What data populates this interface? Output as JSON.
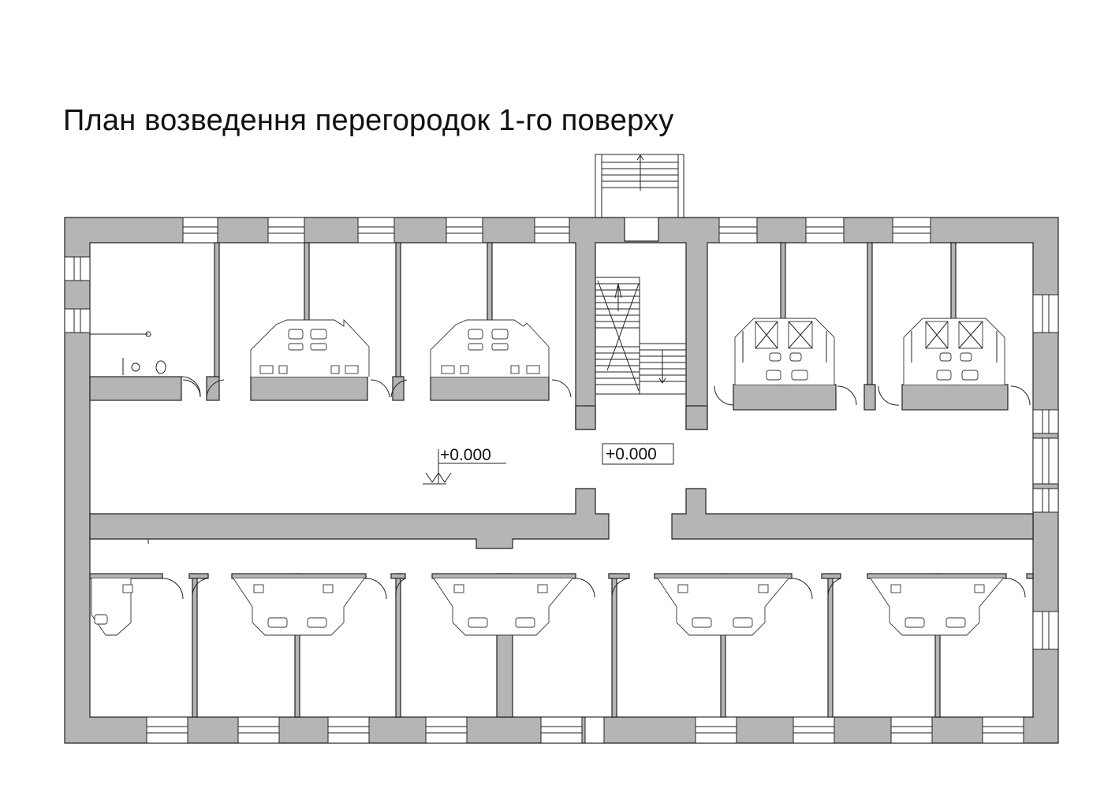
{
  "title": "План возведення перегородок 1-го поверху",
  "levels": {
    "corridor": "+0.000",
    "stair": "+0.000"
  },
  "colors": {
    "wall_fill": "#b5b5b5",
    "line": "#222222",
    "background": "#ffffff"
  }
}
